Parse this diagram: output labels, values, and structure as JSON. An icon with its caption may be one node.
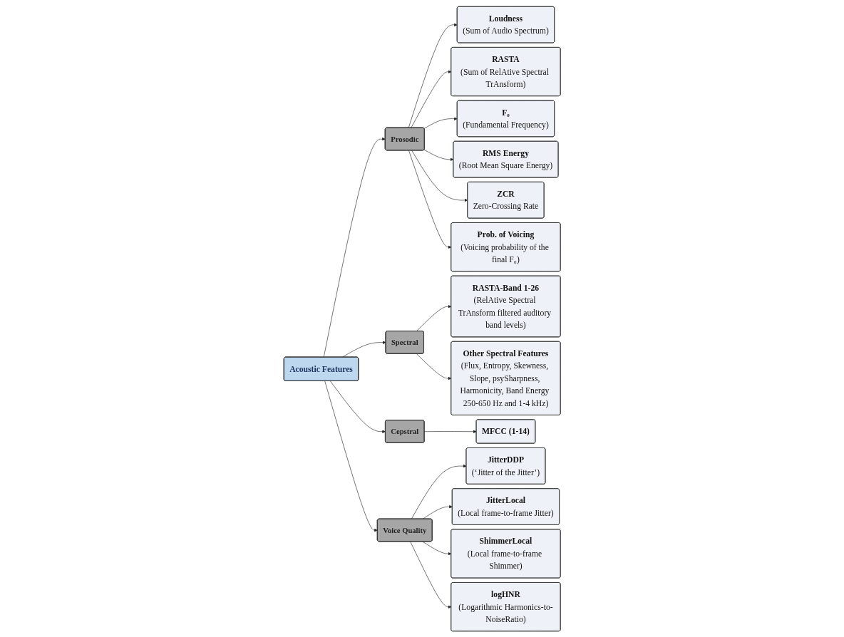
{
  "diagram": {
    "nodes": [
      {
        "text": [
          "Acoustic Features"
        ]
      },
      {
        "text": [
          "Prosodic"
        ]
      },
      {
        "text": [
          "Spectral"
        ]
      },
      {
        "text": [
          "Cepstral"
        ]
      },
      {
        "text": [
          "Voice Quality"
        ]
      },
      {
        "text": [
          "Loudness",
          "(Sum of Audio Spectrum)"
        ]
      },
      {
        "text": [
          "RASTA",
          "(Sum of RelAtive Spectral TrAnsform)"
        ]
      },
      {
        "text": [
          "F₀",
          "(Fundamental Frequency)"
        ]
      },
      {
        "text": [
          "RMS Energy",
          "(Root Mean Square Energy)"
        ]
      },
      {
        "text": [
          "ZCR",
          "Zero-Crossing Rate"
        ]
      },
      {
        "text": [
          "Prob. of Voicing",
          "(Voicing probability of the final F₀)"
        ]
      },
      {
        "text": [
          "MFCC (1-14)"
        ]
      },
      {
        "text": [
          "RASTA-Band 1-26",
          "(RelAtive Spectral TrAnsform filtered auditory band levels)"
        ]
      },
      {
        "text": [
          "Other Spectral Features",
          "(Flux, Entropy, Skewness, Slope, psySharpness, Harmonicity, Band Energy 250-650 Hz and 1-4 kHz)"
        ]
      },
      {
        "text": [
          "JitterDDP",
          "(‘Jitter of the Jitter’)"
        ]
      },
      {
        "text": [
          "JitterLocal",
          "(Local frame-to-frame Jitter)"
        ]
      },
      {
        "text": [
          "ShimmerLocal",
          "(Local frame-to-frame Shimmer)"
        ]
      },
      {
        "text": [
          "logHNR",
          "(Logarithmic Harmonics-to-NoiseRatio)"
        ]
      }
    ],
    "edges": [
      {
        "from": 0,
        "to": 1,
        "arrow": "to"
      },
      {
        "from": 0,
        "to": 2,
        "arrow": "to"
      },
      {
        "from": 0,
        "to": 3,
        "arrow": "to"
      },
      {
        "from": 0,
        "to": 4,
        "arrow": "to"
      },
      {
        "from": 1,
        "to": 5,
        "arrow": "to"
      },
      {
        "from": 1,
        "to": 6,
        "arrow": "to"
      },
      {
        "from": 1,
        "to": 7,
        "arrow": "to"
      },
      {
        "from": 1,
        "to": 8,
        "arrow": "to"
      },
      {
        "from": 1,
        "to": 9,
        "arrow": "to"
      },
      {
        "from": 1,
        "to": 10,
        "arrow": "to"
      },
      {
        "from": 3,
        "to": 11,
        "arrow": "to"
      },
      {
        "from": 2,
        "to": 12,
        "arrow": "to"
      },
      {
        "from": 2,
        "to": 13,
        "arrow": "to"
      },
      {
        "from": 4,
        "to": 14,
        "arrow": "to"
      },
      {
        "from": 4,
        "to": 15,
        "arrow": "to"
      },
      {
        "from": 4,
        "to": 16,
        "arrow": "to"
      },
      {
        "from": 4,
        "to": 17,
        "arrow": "to"
      }
    ]
  }
}
